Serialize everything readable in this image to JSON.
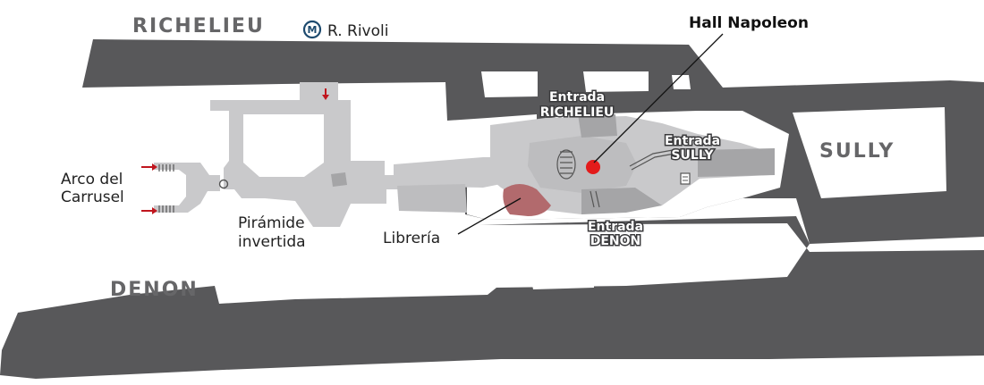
{
  "wings": {
    "richelieu": "RICHELIEU",
    "denon": "DENON",
    "sully": "SULLY"
  },
  "metro": {
    "icon_letter": "M",
    "station": "R. Rivoli"
  },
  "hall": {
    "label": "Hall Napoleon"
  },
  "entrances": {
    "richelieu": {
      "line1": "Entrada",
      "line2": "RICHELIEU"
    },
    "sully": {
      "line1": "Entrada",
      "line2": "SULLY"
    },
    "denon": {
      "line1": "Entrada",
      "line2": "DENON"
    }
  },
  "labels": {
    "arco_line1": "Arco del",
    "arco_line2": "Carrusel",
    "piramide_line1": "Pirámide",
    "piramide_line2": "invertida",
    "libreria": "Librería"
  },
  "colors": {
    "wing": "#58585a",
    "floor": "#c9c9cb",
    "accent": "#e31b1b",
    "metro": "#1d4a6e",
    "shop": "#b26a6d"
  }
}
